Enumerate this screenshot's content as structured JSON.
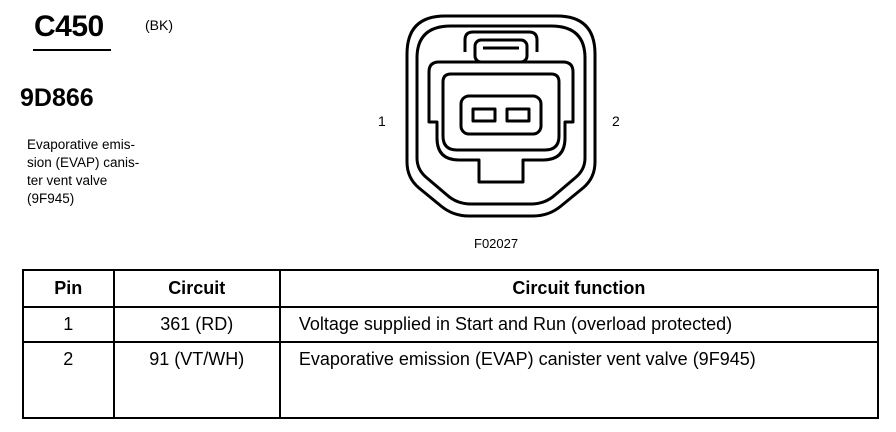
{
  "header": {
    "connector_id": "C450",
    "connector_color": "(BK)",
    "part_number": "9D866",
    "description_lines": [
      "Evaporative emis-",
      "sion (EVAP) canis-",
      "ter vent valve",
      "(9F945)"
    ]
  },
  "diagram": {
    "pin_left_label": "1",
    "pin_right_label": "2",
    "figure_id": "F02027"
  },
  "table": {
    "headers": [
      "Pin",
      "Circuit",
      "Circuit function"
    ],
    "rows": [
      {
        "pin": "1",
        "circuit": "361 (RD)",
        "function": "Voltage supplied in Start and Run (overload protected)"
      },
      {
        "pin": "2",
        "circuit": "91 (VT/WH)",
        "function": "Evaporative emission (EVAP) canister vent valve (9F945)"
      }
    ]
  }
}
